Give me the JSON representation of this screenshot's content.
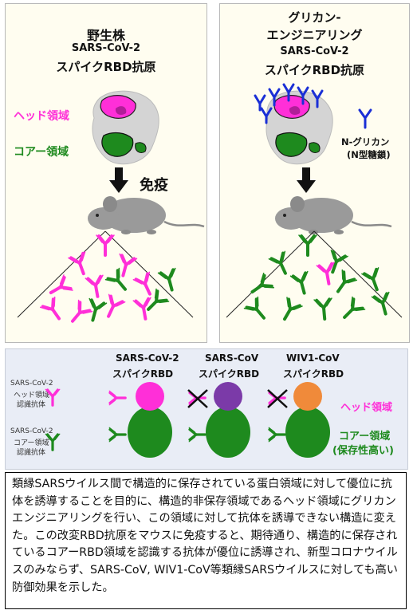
{
  "left_panel": {
    "title_lines": [
      "野生株",
      "SARS-CoV-2",
      "スパイクRBD抗原"
    ],
    "head_region_label": "ヘッド領域",
    "core_region_label": "コアー領域",
    "immunize_label": "免疫"
  },
  "right_panel": {
    "title_lines": [
      "グリカン-",
      "エンジニアリング",
      "SARS-CoV-2",
      "スパイクRBD抗原"
    ],
    "glycan_label_line1": "N-グリカン",
    "glycan_label_line2": "(N型糖鎖)"
  },
  "bottom_panel": {
    "col1_line1": "SARS-CoV-2",
    "col1_line2": "スパイクRBD",
    "col2_line1": "SARS-CoV",
    "col2_line2": "スパイクRBD",
    "col3_line1": "WIV1-CoV",
    "col3_line2": "スパイクRBD",
    "head_ab_line1": "SARS-CoV-2",
    "head_ab_line2": "ヘッド領域",
    "head_ab_line3": "認識抗体",
    "core_ab_line1": "SARS-CoV-2",
    "core_ab_line2": "コアー領域",
    "core_ab_line3": "認識抗体",
    "head_region_label": "ヘッド領域",
    "core_region_label": "コアー領域",
    "core_region_note": "(保存性高い)"
  },
  "description": "類縁SARSウイルス間で構造的に保存されている蛋白領域に対して優位に抗体を誘導することを目的に、構造的非保存領域であるヘッド領域にグリカンエンジニアリングを行い、この領域に対して抗体を誘導できない構造に変えた。この改変RBD抗原をマウスに免疫すると、期待通り、構造的に保存されているコアーRBD領域を認識する抗体が優位に誘導され、新型コロナウイルスのみならず、SARS-CoV, WIV1-CoV等類縁SARSウイルスに対しても高い防御効果を示した。",
  "colors": {
    "magenta": "#ff2fd8",
    "green": "#1e8a1e",
    "glycan_blue": "#1a2fd6",
    "sars_cov_purple": "#7b3aa8",
    "wiv1_orange": "#f08a3a",
    "mouse_gray": "#9a9a9a"
  },
  "icons": [
    "rbd-protein-icon",
    "mouse-icon",
    "antibody-icon",
    "glycan-icon",
    "down-arrow-icon",
    "cross-icon"
  ]
}
